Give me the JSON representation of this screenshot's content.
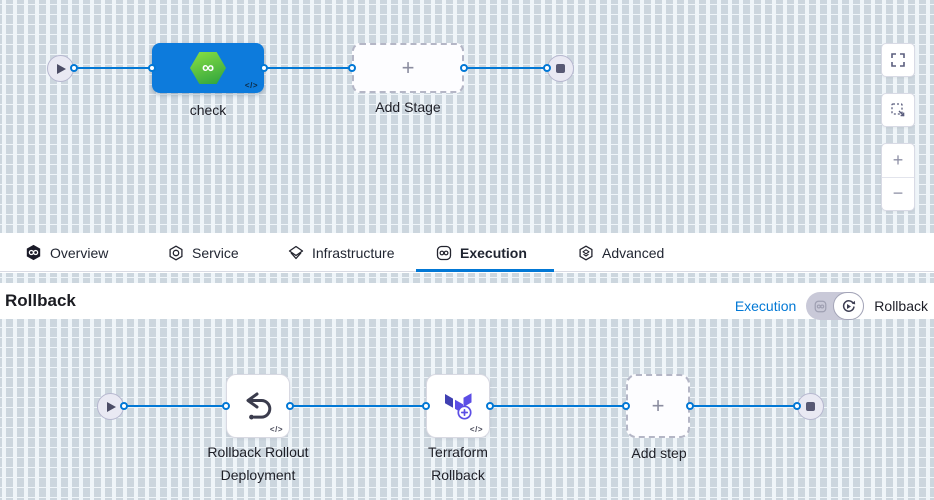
{
  "glyphs": {
    "plus": "+",
    "minus": "−",
    "code": "</>",
    "infinity": "∞"
  },
  "stage_pipeline": {
    "stage_name": "check",
    "add_stage_label": "Add Stage"
  },
  "tabs": {
    "items": [
      {
        "label": "Overview",
        "icon": "harness-logo-icon",
        "active": false
      },
      {
        "label": "Service",
        "icon": "service-icon",
        "active": false
      },
      {
        "label": "Infrastructure",
        "icon": "infrastructure-icon",
        "active": false
      },
      {
        "label": "Execution",
        "icon": "execution-icon",
        "active": true
      },
      {
        "label": "Advanced",
        "icon": "advanced-icon",
        "active": false
      }
    ]
  },
  "rollback_header": {
    "title": "Rollback",
    "execution_link_label": "Execution",
    "rollback_toggle_label": "Rollback"
  },
  "rollback_pipeline": {
    "steps": [
      {
        "name_line1": "Rollback Rollout",
        "name_line2": "Deployment",
        "icon": "rollback-undo-icon"
      },
      {
        "name_line1": "Terraform",
        "name_line2": "Rollback",
        "icon": "terraform-icon"
      }
    ],
    "add_step_label": "Add step"
  },
  "colors": {
    "accent_blue": "#0278d5",
    "stage_blue": "#0d7bdc",
    "canvas_bg": "#eff5f9",
    "grid_dash": "#ccd6de",
    "stage_green_from": "#8ae044",
    "stage_green_to": "#2da23d",
    "terraform_purple": "#5c4ee5",
    "dark_text": "#1e1f27"
  }
}
